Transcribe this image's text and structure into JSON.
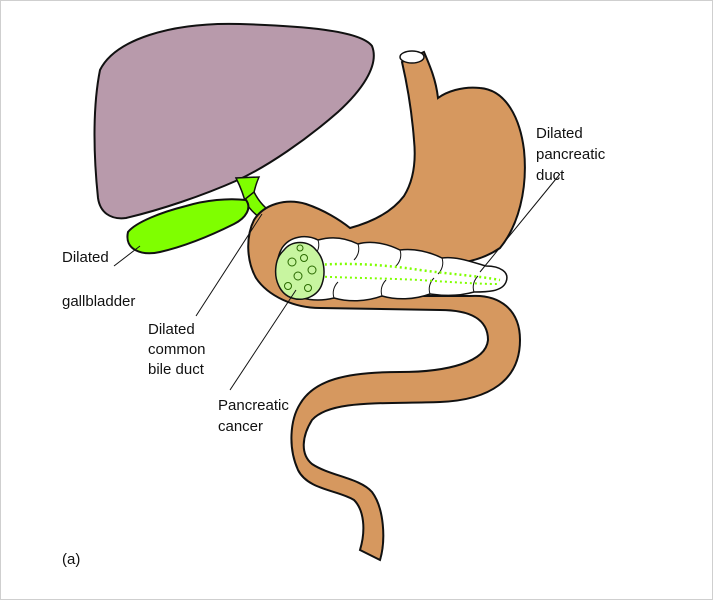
{
  "labels": {
    "gallbladder": [
      "Dilated",
      "gallbladder"
    ],
    "bile_duct": [
      "Dilated",
      "common",
      "bile duct"
    ],
    "pancreatic_cancer": [
      "Pancreatic",
      "cancer"
    ],
    "pancreatic_duct": [
      "Dilated",
      "pancreatic",
      "duct"
    ],
    "panel": "(a)"
  },
  "colors": {
    "liver": "#b89aab",
    "stomach": "#d6985f",
    "bile": "#7fff00",
    "pancreas": "#ffffff",
    "tumour": "#c8f5a0",
    "outline": "#111111"
  }
}
